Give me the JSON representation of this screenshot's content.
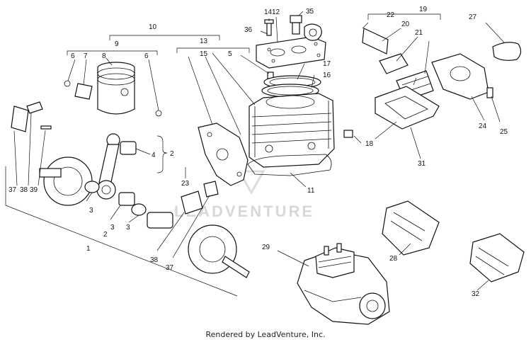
{
  "credit": "Rendered by LeadVenture, Inc.",
  "watermark": "LEADVENTURE",
  "callouts": {
    "c1": "1",
    "c2": "2",
    "c3a": "3",
    "c3b": "3",
    "c3c": "3",
    "c2b": "2",
    "c4": "4",
    "c5": "5",
    "c6a": "6",
    "c6b": "6",
    "c7": "7",
    "c8": "8",
    "c9": "9",
    "c10": "10",
    "c11": "11",
    "c12": "12",
    "c13": "13",
    "c14": "14",
    "c15": "15",
    "c16": "16",
    "c17": "17",
    "c18": "18",
    "c19": "19",
    "c20": "20",
    "c21": "21",
    "c22": "22",
    "c23": "23",
    "c24": "24",
    "c25": "25",
    "c27": "27",
    "c28": "28",
    "c29": "29",
    "c31": "31",
    "c32": "32",
    "c35": "35",
    "c36": "36",
    "c37a": "37",
    "c37b": "37",
    "c38a": "38",
    "c38b": "38",
    "c39": "39"
  }
}
